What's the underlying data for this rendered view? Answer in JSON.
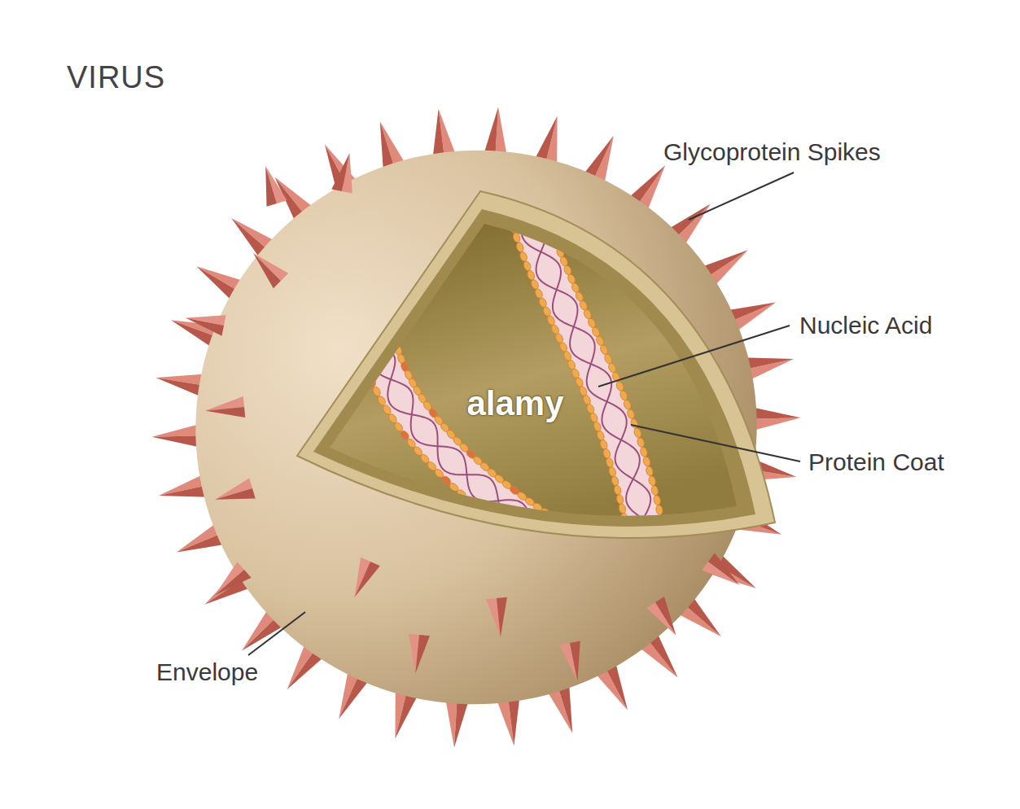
{
  "diagram": {
    "title": "VIRUS",
    "labels": [
      "Glycoprotein Spikes",
      "Nucleic Acid",
      "Protein Coat",
      "Envelope",
      "alamy"
    ]
  }
}
